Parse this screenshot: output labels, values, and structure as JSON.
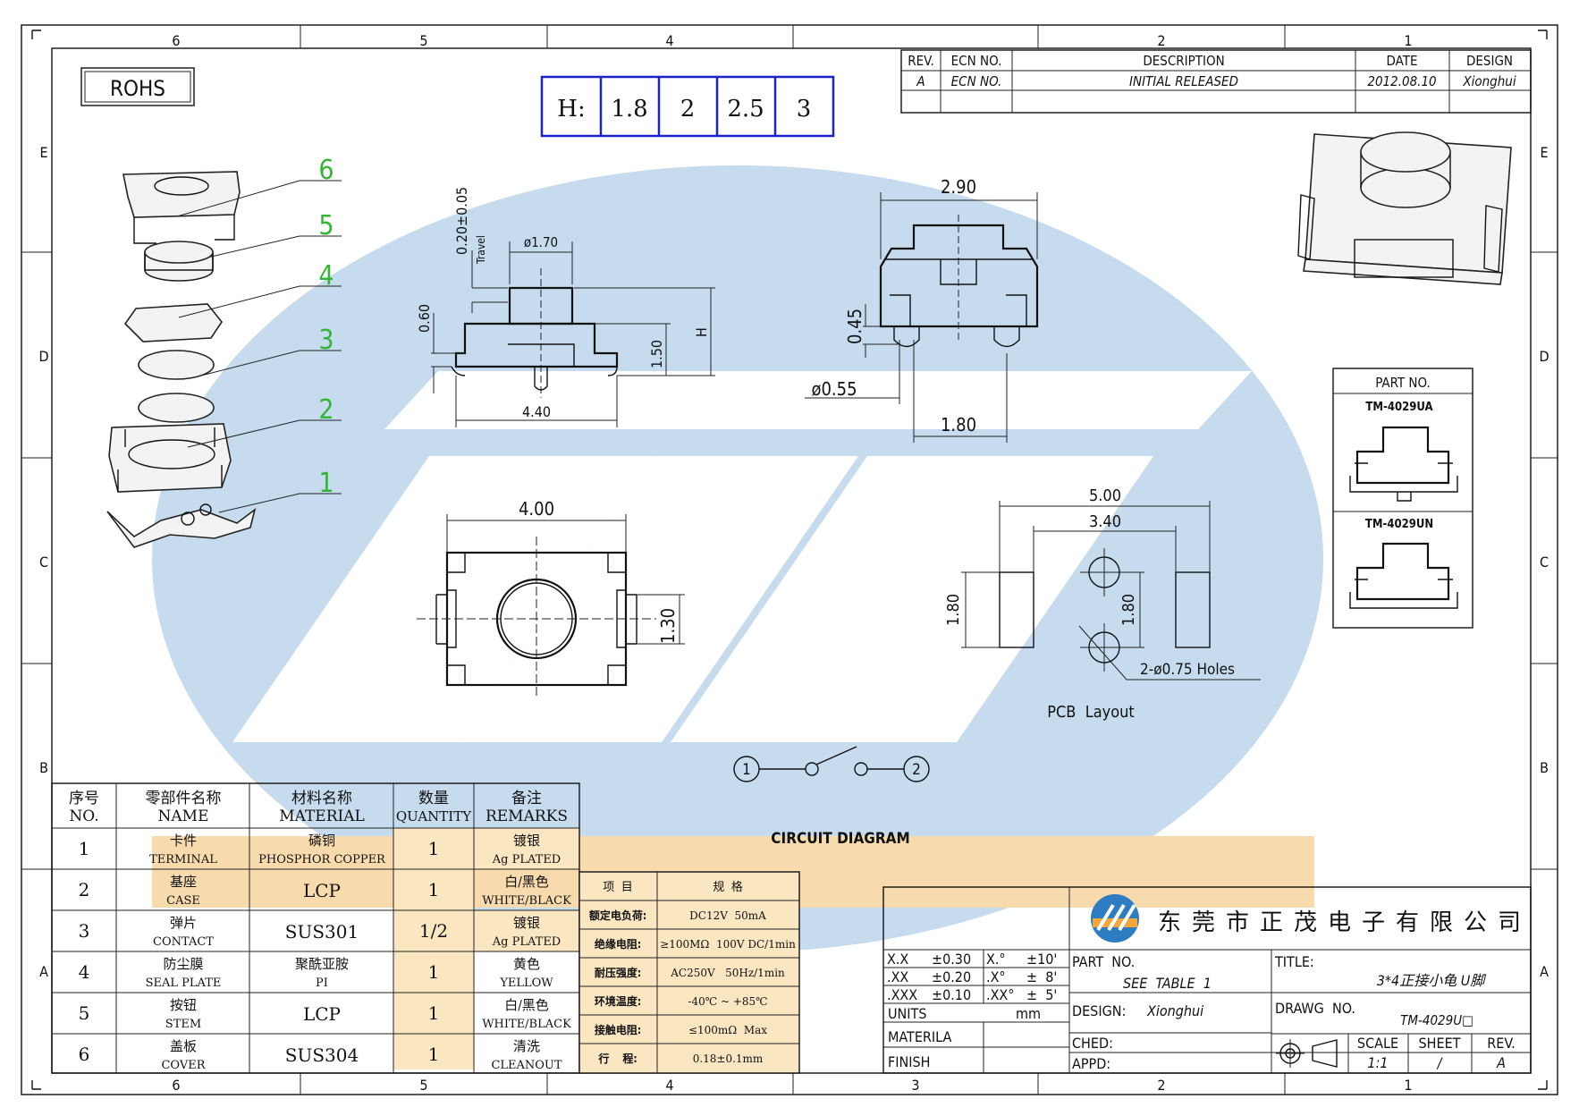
{
  "zones": {
    "columns": [
      "6",
      "5",
      "4",
      "3",
      "2",
      "1"
    ],
    "rows": [
      "E",
      "D",
      "C",
      "B",
      "A"
    ]
  },
  "rohs": "ROHS",
  "height_table": {
    "label": "H:",
    "values": [
      "1.8",
      "2",
      "2.5",
      "3"
    ]
  },
  "revision": {
    "headers": [
      "REV.",
      "ECN NO.",
      "DESCRIPTION",
      "DATE",
      "DESIGN"
    ],
    "row": [
      "A",
      "ECN NO.",
      "INITIAL RELEASED",
      "2012.08.10",
      "Xionghui"
    ]
  },
  "balloons": [
    "6",
    "5",
    "4",
    "3",
    "2",
    "1"
  ],
  "side_view": {
    "travel": "0.20±0.05",
    "travel_label": "Travel",
    "stem_dia": "ø1.70",
    "dim_060": "0.60",
    "dim_150": "1.50",
    "dim_h": "H",
    "dim_440": "4.40"
  },
  "front_view": {
    "dim_290": "2.90",
    "dim_045": "0.45",
    "dim_055": "ø0.55",
    "dim_180": "1.80"
  },
  "top_view": {
    "dim_400": "4.00",
    "dim_130": "1.30"
  },
  "pcb": {
    "dim_500": "5.00",
    "dim_340": "3.40",
    "dim_180a": "1.80",
    "dim_180b": "1.80",
    "holes": "2-ø0.75 Holes",
    "title": "PCB  Layout"
  },
  "circuit": {
    "pin1": "1",
    "pin2": "2",
    "title": "CIRCUIT DIAGRAM"
  },
  "part_no": {
    "header": "PART NO.",
    "items": [
      "TM-4029UA",
      "TM-4029UN"
    ]
  },
  "bom": {
    "headers": [
      {
        "cn": "序号",
        "en": "NO."
      },
      {
        "cn": "零部件名称",
        "en": "NAME"
      },
      {
        "cn": "材料名称",
        "en": "MATERIAL"
      },
      {
        "cn": "数量",
        "en": "QUANTITY"
      },
      {
        "cn": "备注",
        "en": "REMARKS"
      }
    ],
    "rows": [
      {
        "no": "1",
        "name_cn": "卡件",
        "name_en": "TERMINAL",
        "mat_cn": "磷铜",
        "mat_en": "PHOSPHOR COPPER",
        "qty": "1",
        "rem_cn": "镀银",
        "rem_en": "Ag PLATED"
      },
      {
        "no": "2",
        "name_cn": "基座",
        "name_en": "CASE",
        "mat_cn": "",
        "mat_en": "LCP",
        "qty": "1",
        "rem_cn": "白/黑色",
        "rem_en": "WHITE/BLACK"
      },
      {
        "no": "3",
        "name_cn": "弹片",
        "name_en": "CONTACT",
        "mat_cn": "",
        "mat_en": "SUS301",
        "qty": "1/2",
        "rem_cn": "镀银",
        "rem_en": "Ag PLATED"
      },
      {
        "no": "4",
        "name_cn": "防尘膜",
        "name_en": "SEAL PLATE",
        "mat_cn": "聚酰亚胺",
        "mat_en": "PI",
        "qty": "1",
        "rem_cn": "黄色",
        "rem_en": "YELLOW"
      },
      {
        "no": "5",
        "name_cn": "按钮",
        "name_en": "STEM",
        "mat_cn": "",
        "mat_en": "LCP",
        "qty": "1",
        "rem_cn": "白/黑色",
        "rem_en": "WHITE/BLACK"
      },
      {
        "no": "6",
        "name_cn": "盖板",
        "name_en": "COVER",
        "mat_cn": "",
        "mat_en": "SUS304",
        "qty": "1",
        "rem_cn": "清洗",
        "rem_en": "CLEANOUT"
      }
    ]
  },
  "spec": {
    "headers": [
      "项  目",
      "规  格"
    ],
    "rows": [
      [
        "额定电负荷:",
        "DC12V  50mA"
      ],
      [
        "绝缘电阻:",
        "≥100MΩ  100V DC/1min"
      ],
      [
        "耐压强度:",
        "AC250V   50Hz/1min"
      ],
      [
        "环境温度:",
        "-40℃ ~ +85℃"
      ],
      [
        "接触电阻:",
        "≤100mΩ  Max"
      ],
      [
        "行    程:",
        "0.18±0.1mm"
      ]
    ]
  },
  "title_block": {
    "company": "东莞市正茂电子有限公司",
    "tolerances": [
      [
        "X.X",
        "±0.30",
        "X.°",
        "±10'"
      ],
      [
        ".XX",
        "±0.20",
        ".X°",
        "±  8'"
      ],
      [
        ".XXX",
        "±0.10",
        ".XX°",
        "±  5'"
      ]
    ],
    "units_label": "UNITS",
    "units_value": "mm",
    "materila": "MATERILA",
    "finish": "FINISH",
    "part_no_label": "PART  NO.",
    "part_no_value": "SEE  TABLE  1",
    "design_label": "DESIGN:",
    "design_value": "Xionghui",
    "ched": "CHED:",
    "appd": "APPD:",
    "title_label": "TITLE:",
    "title_value": "3*4正接小龟 U脚",
    "drawg_label": "DRAWG  NO.",
    "drawg_value": "TM-4029U□",
    "scale_label": "SCALE",
    "scale_value": "1:1",
    "sheet_label": "SHEET",
    "sheet_value": "/",
    "rev_label": "REV.",
    "rev_value": "A"
  },
  "colors": {
    "watermark_blue": "#c6dcee",
    "watermark_orange": "#f8dbad",
    "balloon_green": "#35b535",
    "height_table_blue": "#1a22c8",
    "bom_highlight": "#fbe6c2"
  }
}
